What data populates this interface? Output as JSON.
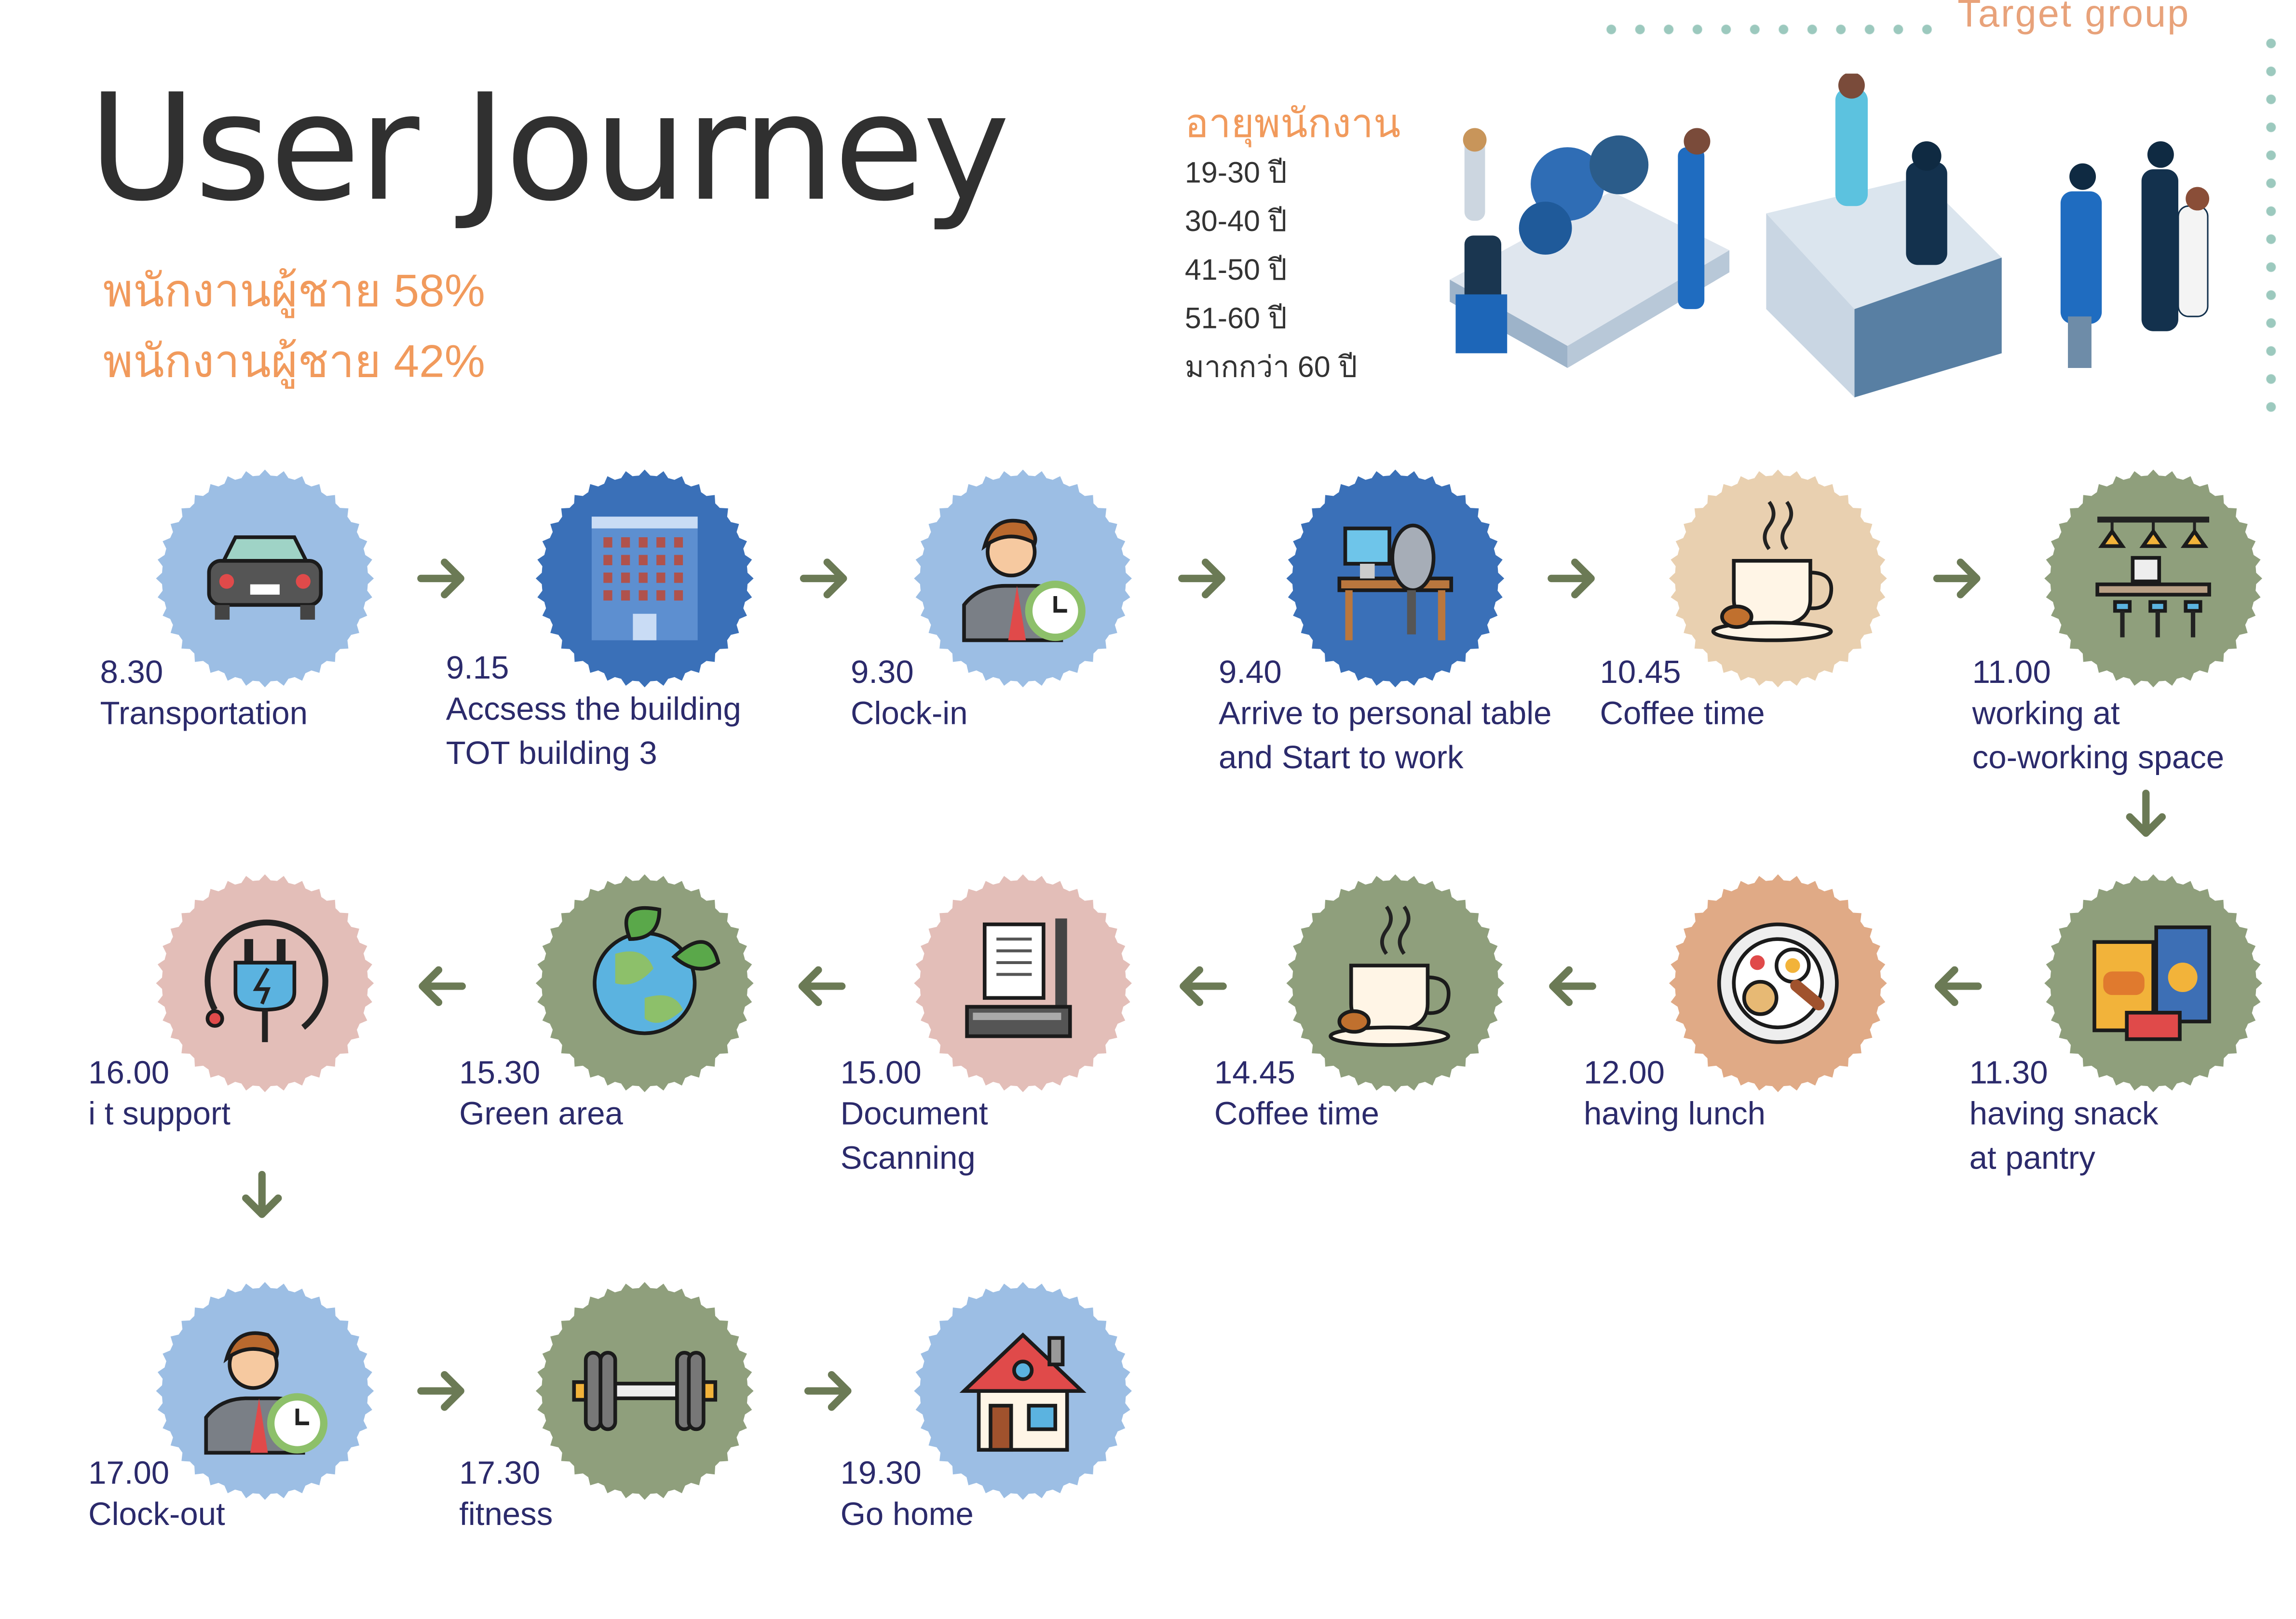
{
  "header": {
    "title": "User Journey",
    "stats": [
      "พนักงานผู้ชาย 58%",
      "พนักงานผู้ชาย 42%"
    ]
  },
  "target_group": {
    "label": "Target group",
    "age_title": "อายุพนักงาน",
    "ages": [
      "19-30 ปี",
      "30-40 ปี",
      "41-50 ปี",
      "51-60 ปี",
      "มากกว่า 60 ปี"
    ]
  },
  "colors": {
    "light_blue": "#9cbee4",
    "dark_blue": "#3a70b8",
    "beige": "#e9d0b0",
    "green": "#8f9f7c",
    "pink": "#e3beb8",
    "peach": "#e0aa86",
    "arrow": "#6b7a55",
    "text": "#2b2a6b",
    "accent": "#f19a5c"
  },
  "steps": [
    {
      "time": "8.30",
      "label": "Transportation",
      "icon": "car-icon",
      "color": "light_blue"
    },
    {
      "time": "9.15",
      "label": "Accsess the building\nTOT building 3",
      "icon": "building-icon",
      "color": "dark_blue"
    },
    {
      "time": "9.30",
      "label": "Clock-in",
      "icon": "employee-clock-icon",
      "color": "light_blue"
    },
    {
      "time": "9.40",
      "label": "Arrive to personal table\nand Start to work",
      "icon": "desk-icon",
      "color": "dark_blue"
    },
    {
      "time": "10.45",
      "label": "Coffee time",
      "icon": "coffee-icon",
      "color": "beige"
    },
    {
      "time": "11.00",
      "label": "working at\nco-working space",
      "icon": "coworking-icon",
      "color": "green"
    },
    {
      "time": "11.30",
      "label": "having snack\nat pantry",
      "icon": "snack-icon",
      "color": "green"
    },
    {
      "time": "12.00",
      "label": "having lunch",
      "icon": "lunch-plate-icon",
      "color": "peach"
    },
    {
      "time": "14.45",
      "label": "Coffee time",
      "icon": "coffee-icon",
      "color": "green"
    },
    {
      "time": "15.00",
      "label": "Document\nScanning",
      "icon": "scanner-icon",
      "color": "pink"
    },
    {
      "time": "15.30",
      "label": "Green area",
      "icon": "globe-leaf-icon",
      "color": "green"
    },
    {
      "time": "16.00",
      "label": "i t support",
      "icon": "plug-icon",
      "color": "pink"
    },
    {
      "time": "17.00",
      "label": "Clock-out",
      "icon": "employee-clock-icon",
      "color": "light_blue"
    },
    {
      "time": "17.30",
      "label": "fitness",
      "icon": "dumbbell-icon",
      "color": "green"
    },
    {
      "time": "19.30",
      "label": "Go home",
      "icon": "house-icon",
      "color": "light_blue"
    }
  ]
}
